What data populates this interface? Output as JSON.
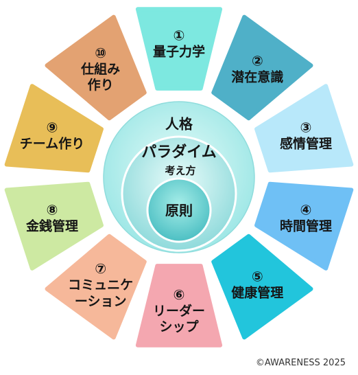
{
  "segments": [
    {
      "num": "①",
      "text": [
        "量子力学"
      ],
      "color": "#7DE8E0"
    },
    {
      "num": "②",
      "text": [
        "潜在意識"
      ],
      "color": "#4FB0C8"
    },
    {
      "num": "③",
      "text": [
        "感情管理"
      ],
      "color": "#B8E8FA"
    },
    {
      "num": "④",
      "text": [
        "時間管理"
      ],
      "color": "#6FC0F5"
    },
    {
      "num": "⑤",
      "text": [
        "健康管理"
      ],
      "color": "#22C5DC"
    },
    {
      "num": "⑥",
      "text": [
        "リーダー",
        "シップ"
      ],
      "color": "#F4A7B0"
    },
    {
      "num": "⑦",
      "text": [
        "コミュニケ",
        "ーション"
      ],
      "color": "#F6B89A"
    },
    {
      "num": "⑧",
      "text": [
        "金銭管理"
      ],
      "color": "#CDE9A2"
    },
    {
      "num": "⑨",
      "text": [
        "チーム作り"
      ],
      "color": "#E8BE58"
    },
    {
      "num": "⑩",
      "text": [
        "仕組み",
        "作り"
      ],
      "color": "#E3A272"
    }
  ],
  "center": {
    "outer": "人格",
    "middle": "パラダイム",
    "middle_sub": "考え方",
    "core": "原則"
  },
  "copyright": "©AWARENESS 2025"
}
